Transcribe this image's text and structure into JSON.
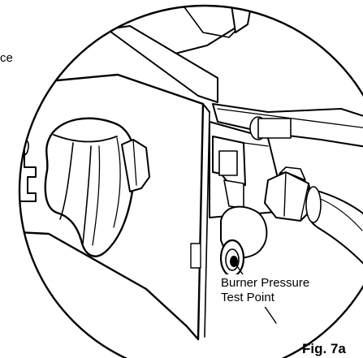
{
  "labels": {
    "top_left_fragment": "ce",
    "callout_line1": "Burner Pressure",
    "callout_line2": "Test Point",
    "figure": "Fig. 7a"
  },
  "colors": {
    "ink": "#000000",
    "paper": "#ffffff",
    "tone": "#d9d9d9"
  },
  "icons": {
    "knob": "gas-control-knob-icon",
    "fitting": "hex-nut-fitting-icon"
  }
}
